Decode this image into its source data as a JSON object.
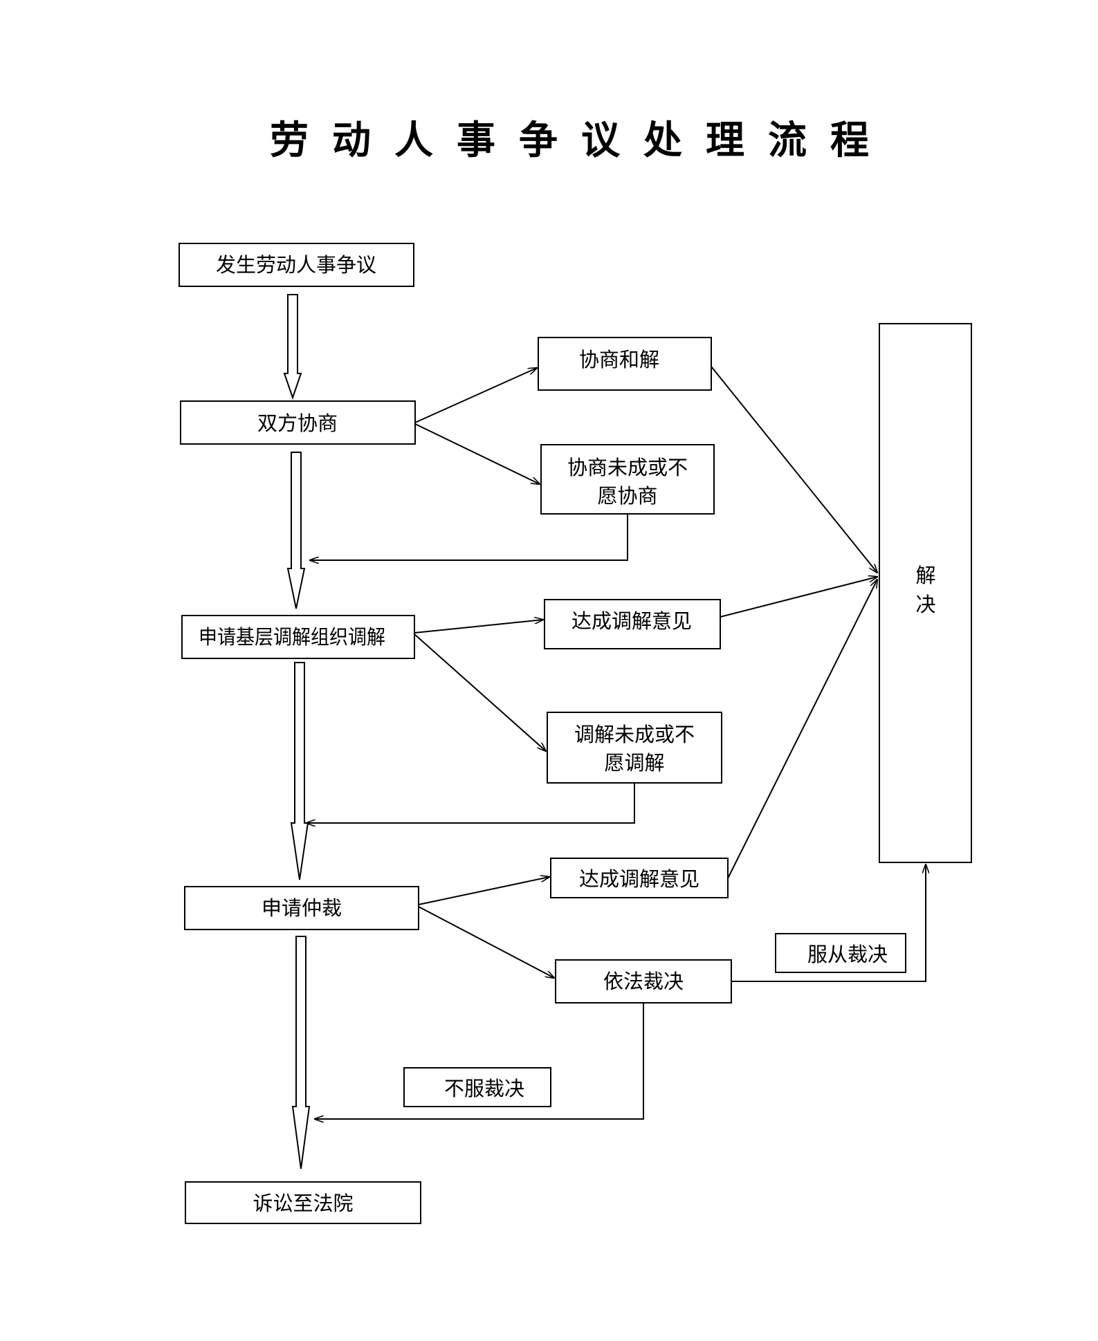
{
  "title": "劳动人事争议处理流程",
  "nodes": {
    "start": "发生劳动人事争议",
    "negotiate": "双方协商",
    "negotiate_success": "协商和解",
    "negotiate_fail_line1": "协商未成或不",
    "negotiate_fail_line2": "愿协商",
    "mediation": "申请基层调解组织调解",
    "mediation_success": "达成调解意见",
    "mediation_fail_line1": "调解未成或不",
    "mediation_fail_line2": "愿调解",
    "arbitration": "申请仲裁",
    "arbitration_success": "达成调解意见",
    "award": "依法裁决",
    "accept_award": "服从裁决",
    "reject_award": "不服裁决",
    "lawsuit": "诉讼至法院",
    "resolved_line1": "解",
    "resolved_line2": "决"
  }
}
